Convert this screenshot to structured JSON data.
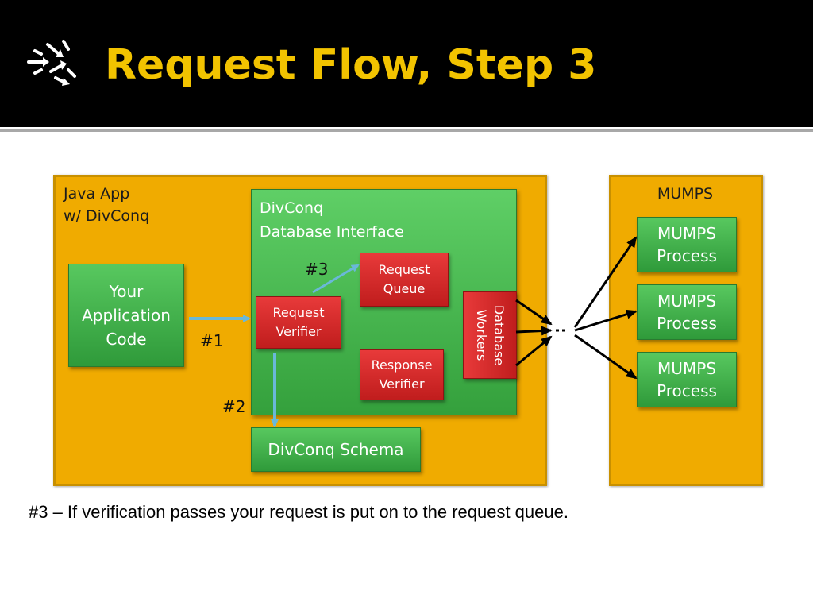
{
  "header": {
    "title": "Request Flow, Step 3",
    "logo_icon": "scattered-arrows-icon",
    "title_color": "#f2c300",
    "background": "#000000"
  },
  "java_panel": {
    "label_line1": "Java App",
    "label_line2": "w/ DivConq",
    "color": "#f0ab00"
  },
  "your_app": {
    "line1": "Your",
    "line2": "Application",
    "line3": "Code"
  },
  "divconq_interface": {
    "line1": "DivConq",
    "line2": "Database Interface"
  },
  "request_verifier": {
    "line1": "Request",
    "line2": "Verifier"
  },
  "request_queue": {
    "line1": "Request",
    "line2": "Queue"
  },
  "response_verifier": {
    "line1": "Response",
    "line2": "Verifier"
  },
  "database_workers": {
    "line1": "Database",
    "line2": "Workers"
  },
  "divconq_schema": {
    "label": "DivConq Schema"
  },
  "steps": {
    "step1": "#1",
    "step2": "#2",
    "step3": "#3"
  },
  "mumps_panel": {
    "label": "MUMPS",
    "processes": [
      {
        "line1": "MUMPS",
        "line2": "Process"
      },
      {
        "line1": "MUMPS",
        "line2": "Process"
      },
      {
        "line1": "MUMPS",
        "line2": "Process"
      }
    ]
  },
  "caption": "#3 – If verification passes your request is put on to the request queue.",
  "colors": {
    "green_box": "#3fae47",
    "red_box": "#d42a2a",
    "arrow_blue": "#6ab8d8"
  }
}
